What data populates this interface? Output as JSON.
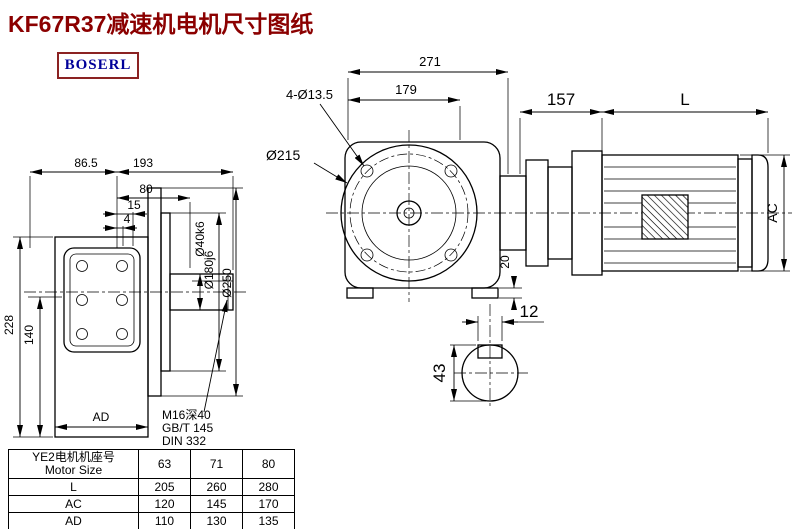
{
  "title": "KF67R37减速机电机尺寸图纸",
  "brand": "BOSERL",
  "colors": {
    "title_text": "#8b0000",
    "brand_text": "#000099",
    "brand_border": "#8b2222",
    "drawing_line": "#000000",
    "background": "#ffffff"
  },
  "side_view": {
    "dim_86_5": "86.5",
    "dim_193": "193",
    "dim_80": "80",
    "dim_15": "15",
    "dim_4": "4",
    "dim_228": "228",
    "dim_140": "140",
    "dim_ad": "AD",
    "dim_shaft": "Ø40k6",
    "dim_spigot": "Ø180j6",
    "dim_flange": "Ø250",
    "note_tap": "M16深40",
    "note_gb": "GB/T 145",
    "note_din": "DIN 332"
  },
  "front_view": {
    "dim_271": "271",
    "dim_179": "179",
    "dim_holes": "4-Ø13.5",
    "dim_215": "Ø215",
    "dim_20": "20"
  },
  "motor_view": {
    "dim_157": "157",
    "dim_L": "L",
    "dim_AC": "AC"
  },
  "shaft_section": {
    "dim_12": "12",
    "dim_43": "43"
  },
  "table": {
    "header": {
      "line1": "YE2电机机座号",
      "line2": "Motor Size"
    },
    "frame_sizes": [
      "63",
      "71",
      "80"
    ],
    "rows": [
      {
        "label": "L",
        "values": [
          "205",
          "260",
          "280"
        ]
      },
      {
        "label": "AC",
        "values": [
          "120",
          "145",
          "170"
        ]
      },
      {
        "label": "AD",
        "values": [
          "110",
          "130",
          "135"
        ]
      }
    ]
  }
}
